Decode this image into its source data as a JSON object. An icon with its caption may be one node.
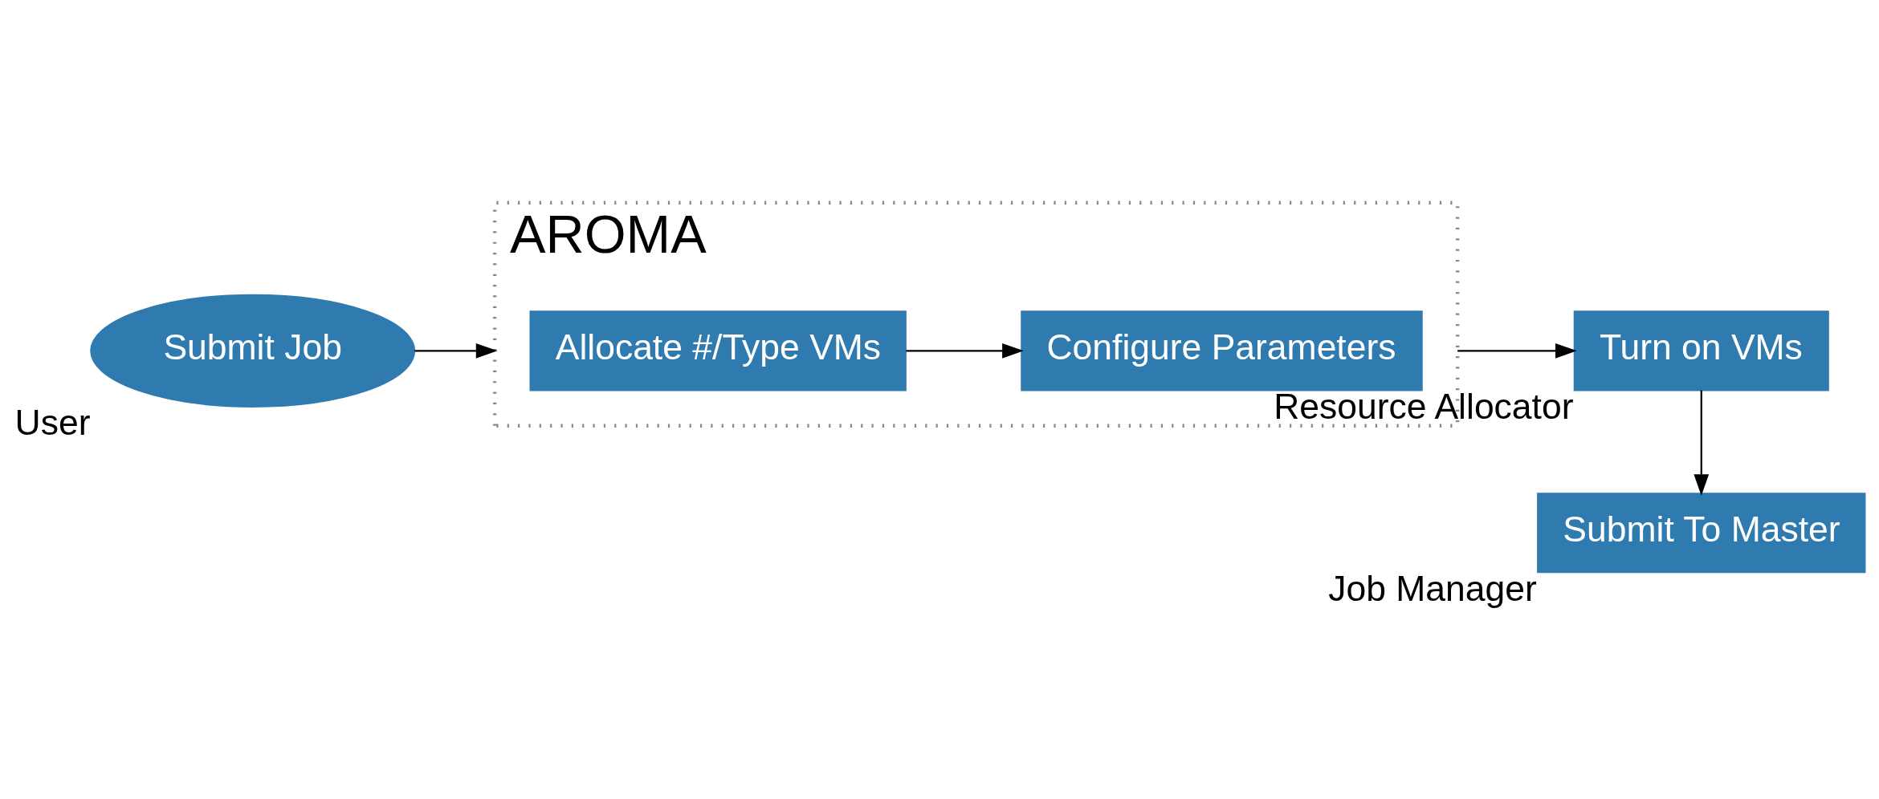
{
  "diagram": {
    "nodes": [
      {
        "text": [
          "Submit Job"
        ],
        "beside": [
          "User"
        ]
      },
      {
        "text": [
          "AROMA"
        ]
      },
      {
        "text": [
          "Allocate #/Type VMs"
        ],
        "in": 1
      },
      {
        "text": [
          "Configure Parameters"
        ],
        "in": 1
      },
      {
        "text": [
          "Turn on VMs"
        ],
        "beside": [
          "Resource Allocator"
        ]
      },
      {
        "text": [
          "Submit To Master"
        ],
        "beside": [
          "Job Manager"
        ]
      }
    ],
    "edges": [
      {
        "from": 0,
        "to": 1,
        "arrow": "to"
      },
      {
        "from": 2,
        "to": 3,
        "arrow": "to"
      },
      {
        "from": 1,
        "to": 4,
        "arrow": "to"
      },
      {
        "from": 4,
        "to": 5,
        "arrow": "to"
      }
    ]
  }
}
